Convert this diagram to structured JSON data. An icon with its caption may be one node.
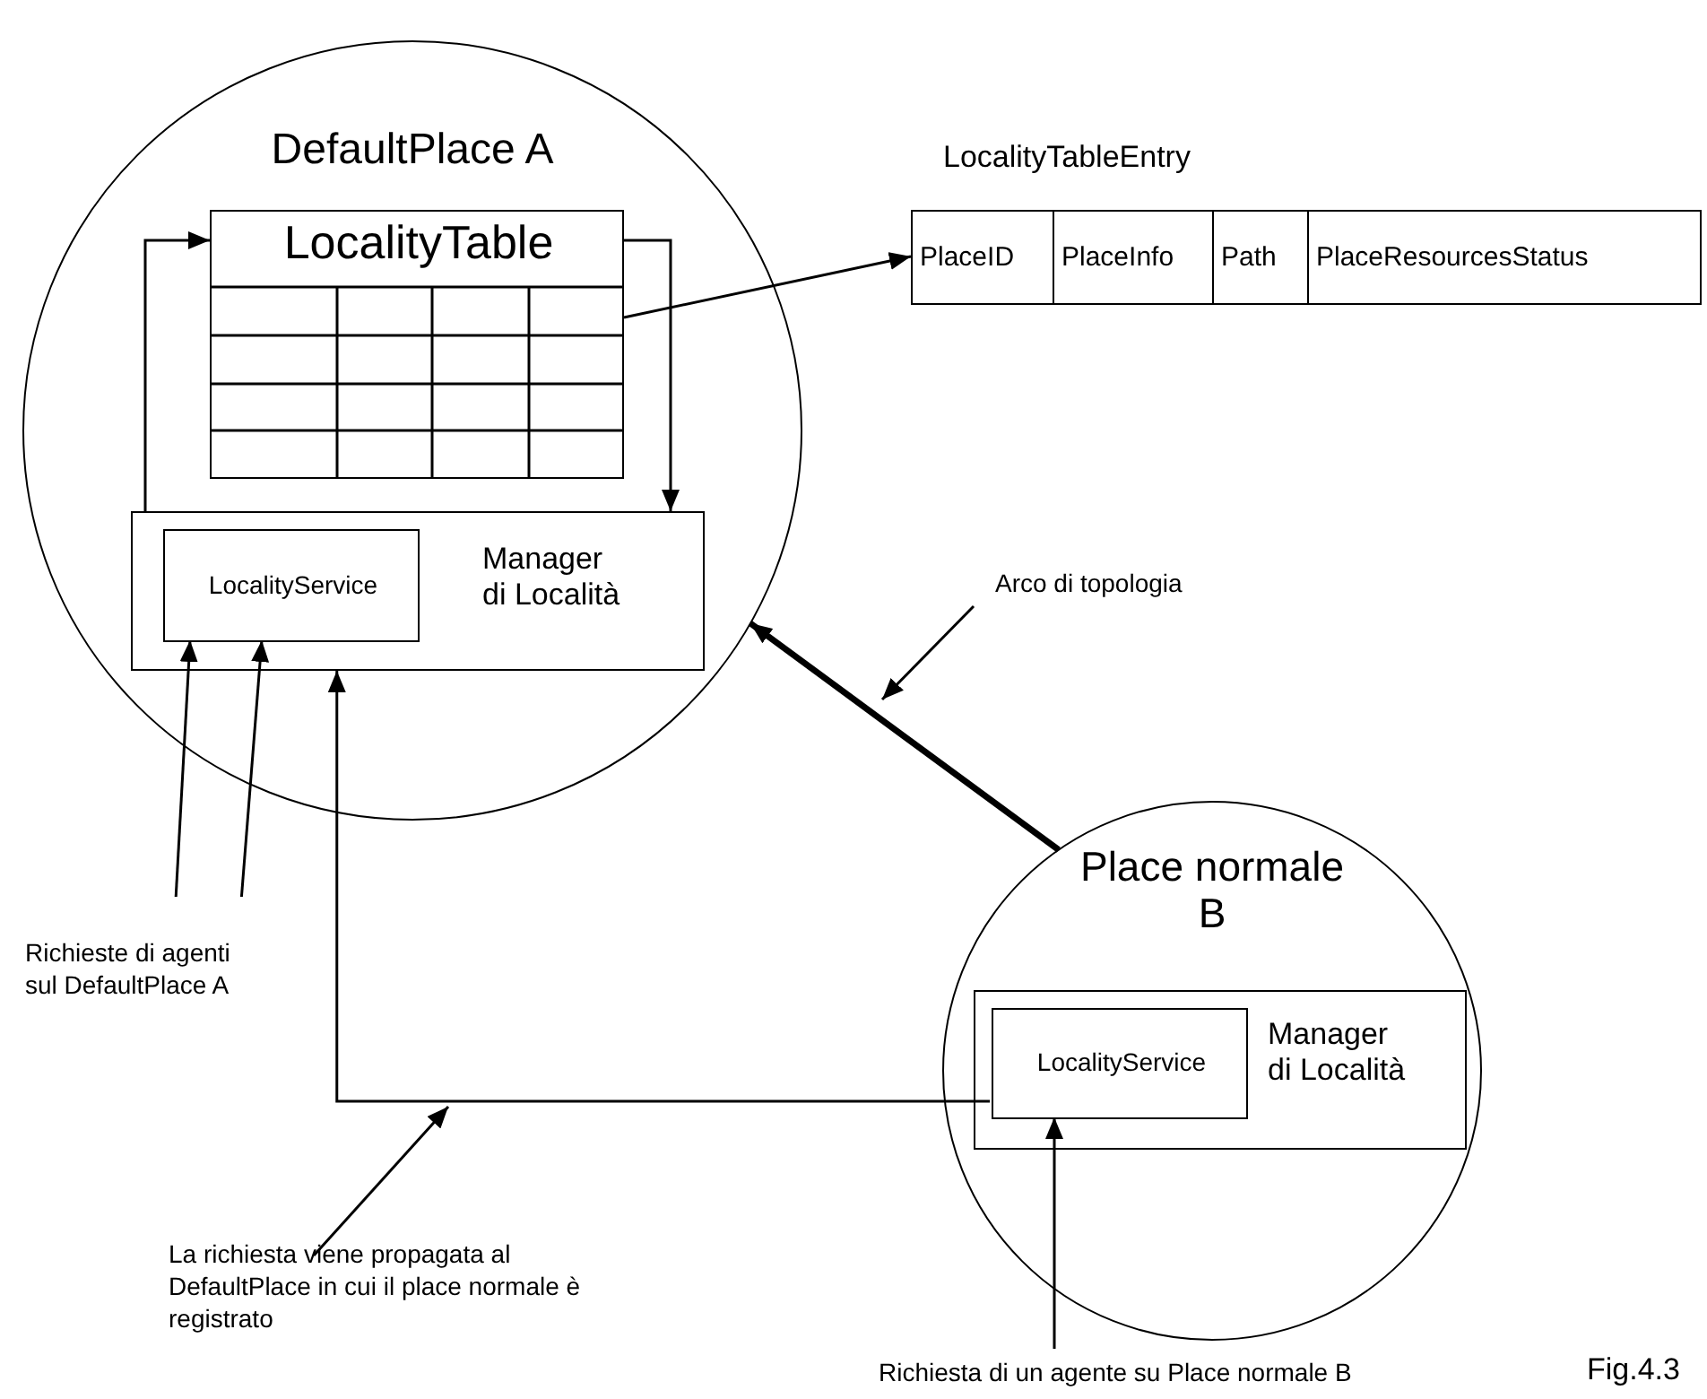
{
  "diagram": {
    "nodes": [
      {
        "text": [
          "DefaultPlace A"
        ]
      },
      {
        "text": [
          "LocalityTable"
        ],
        "in": 0
      },
      {
        "text": [
          "Manager di Località"
        ],
        "in": 0
      },
      {
        "text": [
          "LocalityService"
        ],
        "in": 2
      },
      {
        "text": [
          "LocalityTableEntry"
        ]
      },
      {
        "text": [
          "PlaceID"
        ],
        "in": 4
      },
      {
        "text": [
          "PlaceInfo"
        ],
        "in": 4
      },
      {
        "text": [
          "Path"
        ],
        "in": 4
      },
      {
        "text": [
          "PlaceResourcesStatus"
        ],
        "in": 4
      },
      {
        "text": [
          "Place normale B"
        ]
      },
      {
        "text": [
          "Manager di Località"
        ],
        "in": 9
      },
      {
        "text": [
          "LocalityService"
        ],
        "in": 10
      },
      {
        "text": [
          "Richieste di agenti sul DefaultPlace A"
        ]
      },
      {
        "text": [
          "La richiesta viene propagata al DefaultPlace in cui il place normale è registrato"
        ]
      },
      {
        "text": [
          "Arco di topologia"
        ]
      },
      {
        "text": [
          "Richiesta di un agente su Place normale B"
        ]
      }
    ],
    "edges": [
      {
        "from": 1,
        "to": 2,
        "arrow": "to"
      },
      {
        "from": 2,
        "to": 1,
        "arrow": "to"
      },
      {
        "from": 1,
        "to": 5,
        "arrow": "to"
      },
      {
        "from": 9,
        "to": 0,
        "arrow": "to",
        "style": "thick"
      },
      {
        "from": 12,
        "to": 3,
        "arrow": "to"
      },
      {
        "from": 12,
        "to": 3,
        "arrow": "to"
      },
      {
        "from": 11,
        "to": 2,
        "arrow": "to"
      },
      {
        "from": 14,
        "to": null,
        "arrow": "to"
      },
      {
        "from": 13,
        "to": null,
        "arrow": "to"
      },
      {
        "from": 15,
        "to": 11,
        "arrow": "to"
      }
    ],
    "labels": [
      "Fig.4.3"
    ]
  }
}
